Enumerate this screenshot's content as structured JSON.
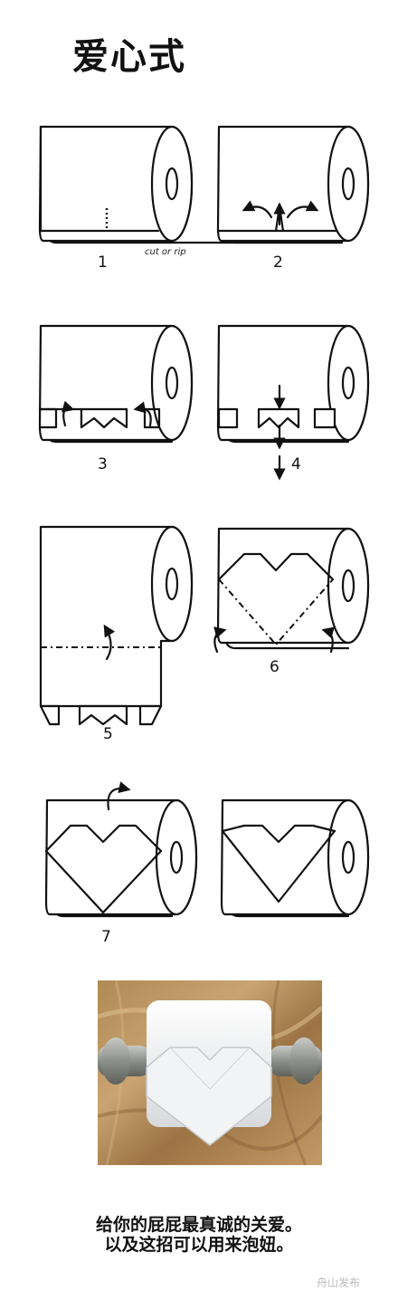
{
  "title": "爱心式",
  "steps": [
    {
      "number": "1",
      "note": "cut or rip"
    },
    {
      "number": "2"
    },
    {
      "number": "3"
    },
    {
      "number": "4"
    },
    {
      "number": "5"
    },
    {
      "number": "6"
    },
    {
      "number": "7"
    }
  ],
  "caption": {
    "line1": "给你的屁屁最真诚的关爱。",
    "line2": "以及这招可以用来泡妞。"
  },
  "watermark": "舟山发布"
}
